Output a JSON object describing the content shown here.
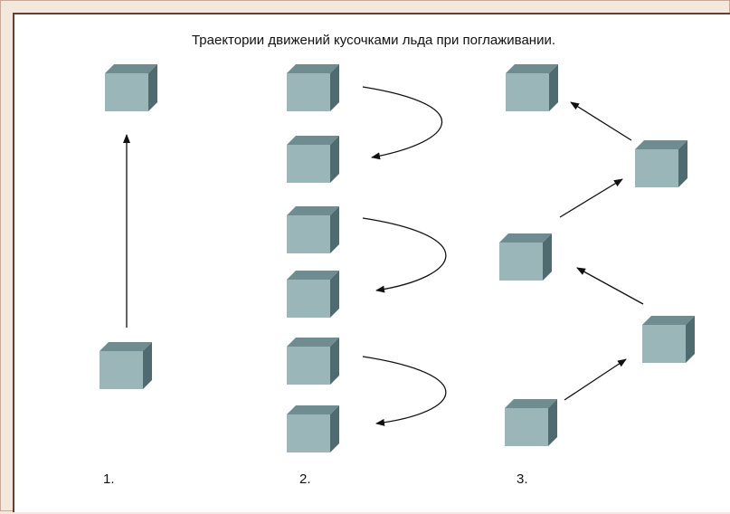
{
  "title": "Траектории движений кусочками льда при поглаживании.",
  "labels": {
    "one": "1.",
    "two": "2.",
    "three": "3."
  },
  "colors": {
    "cube_front": "#9ab6b9",
    "cube_top": "#6f8c90",
    "cube_side": "#4f6b6f",
    "arrow": "#111111",
    "frame": "#6b3a28",
    "background": "#f4e8dc"
  },
  "icons": {
    "cube": "ice-cube",
    "arrow": "arrow"
  }
}
